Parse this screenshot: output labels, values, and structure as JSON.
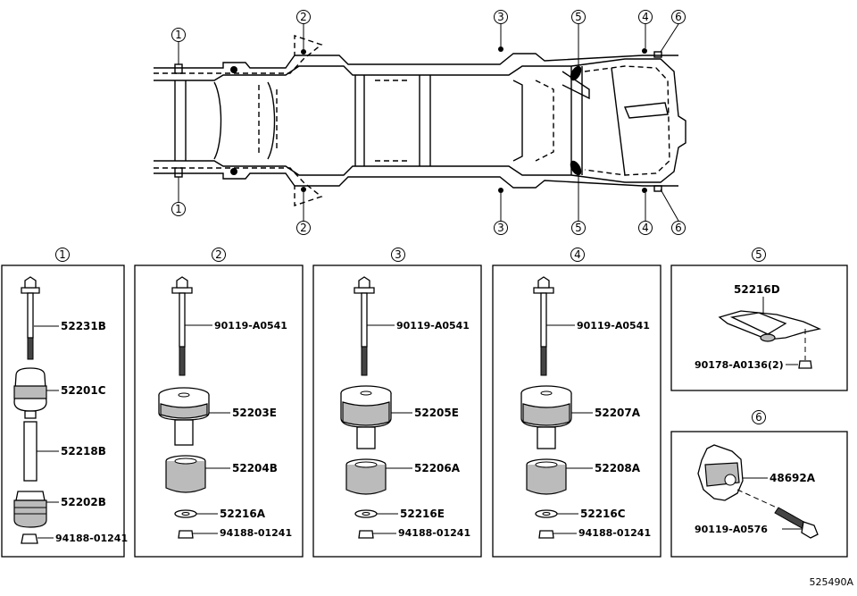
{
  "callout_numbers": [
    "1",
    "2",
    "3",
    "4",
    "5",
    "6"
  ],
  "panels": {
    "p1": {
      "number": "1",
      "parts": [
        "52231B",
        "52201C",
        "52218B",
        "52202B",
        "94188-01241"
      ]
    },
    "p2": {
      "number": "2",
      "parts": [
        "90119-A0541",
        "52203E",
        "52204B",
        "52216A",
        "94188-01241"
      ]
    },
    "p3": {
      "number": "3",
      "parts": [
        "90119-A0541",
        "52205E",
        "52206A",
        "52216E",
        "94188-01241"
      ]
    },
    "p4": {
      "number": "4",
      "parts": [
        "90119-A0541",
        "52207A",
        "52208A",
        "52216C",
        "94188-01241"
      ]
    },
    "p5": {
      "number": "5",
      "parts": [
        "52216D",
        "90178-A0136(2)"
      ]
    },
    "p6": {
      "number": "6",
      "parts": [
        "48692A",
        "90119-A0576"
      ]
    }
  },
  "figure_id": "525490A"
}
